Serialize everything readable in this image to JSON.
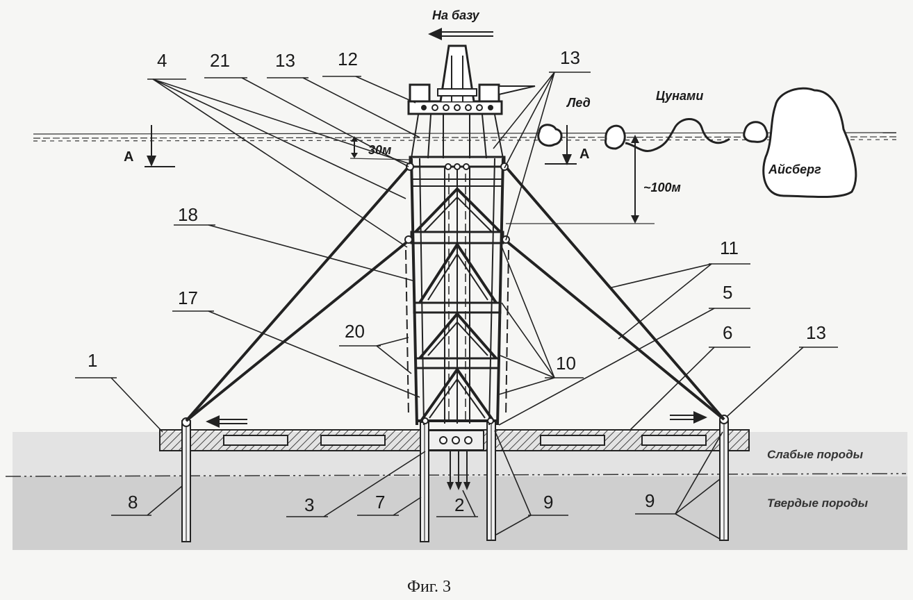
{
  "labels": {
    "to_base": "На базу",
    "ice": "Лед",
    "tsunami": "Цунами",
    "iceberg": "Айсберг",
    "depth_30": "30м",
    "depth_100": "~100м",
    "section_a": "А",
    "weak_rock": "Слабые породы",
    "hard_rock": "Твердые породы"
  },
  "numbers": {
    "n1": "1",
    "n2": "2",
    "n3": "3",
    "n4": "4",
    "n5": "5",
    "n6": "6",
    "n7": "7",
    "n8": "8",
    "n9": "9",
    "n10": "10",
    "n11": "11",
    "n12": "12",
    "n13": "13",
    "n17": "17",
    "n18": "18",
    "n20": "20",
    "n21": "21"
  },
  "caption": "Фиг. 3",
  "colors": {
    "ink": "#222222",
    "weak_layer": "#e3e3e3",
    "hard_layer": "#cfcfcf",
    "paper": "#f6f6f4"
  }
}
